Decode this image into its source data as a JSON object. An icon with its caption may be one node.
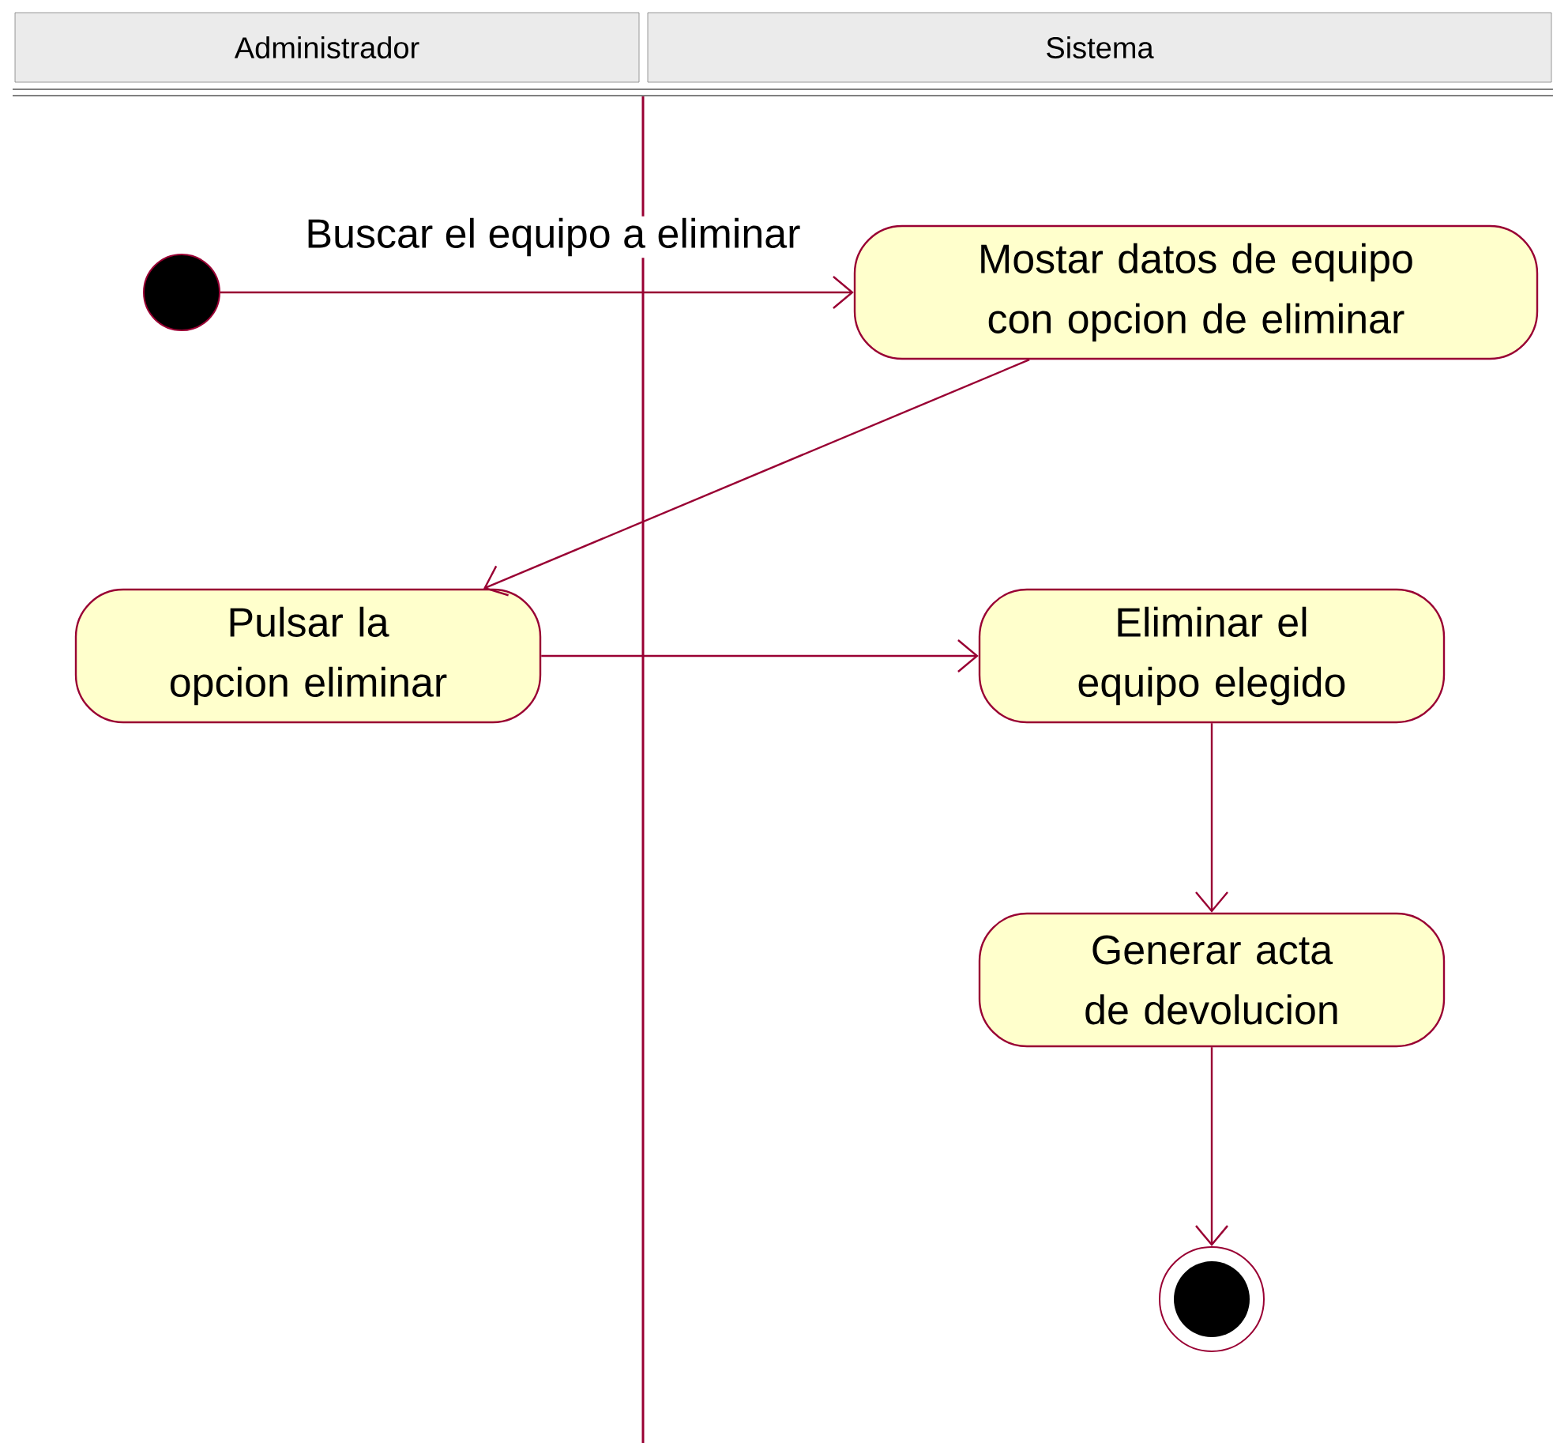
{
  "diagram": {
    "nodes": [
      {
        "text": [
          "Administrador"
        ]
      },
      {
        "text": [
          "Sistema"
        ]
      },
      {
        "text": [],
        "shape": "circle"
      },
      {
        "text": [
          "Mostar datos de equipo con opcion de eliminar"
        ]
      },
      {
        "text": [
          "Pulsar la opcion eliminar"
        ]
      },
      {
        "text": [
          "Eliminar el equipo elegido"
        ]
      },
      {
        "text": [
          "Generar acta de devolucion"
        ]
      },
      {
        "text": [],
        "shape": "bullseye"
      }
    ],
    "edges": [
      {
        "from": 2,
        "to": 3,
        "arrow": "to",
        "label": "Buscar el equipo a eliminar"
      },
      {
        "from": 3,
        "to": 4,
        "arrow": "to"
      },
      {
        "from": 4,
        "to": 5,
        "arrow": "to"
      },
      {
        "from": 5,
        "to": 6,
        "arrow": "to"
      },
      {
        "from": 6,
        "to": 7,
        "arrow": "to"
      }
    ]
  }
}
